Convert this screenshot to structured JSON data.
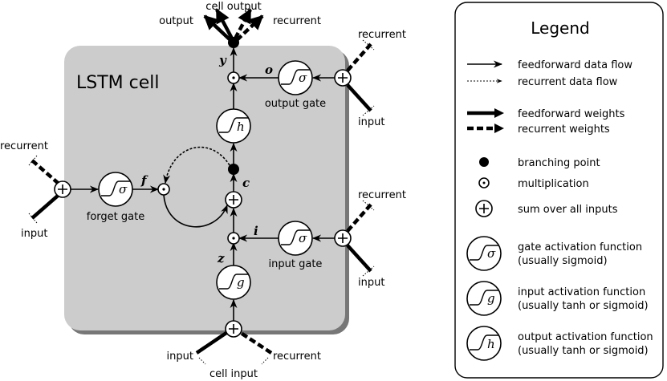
{
  "diagram": {
    "cell_title": "LSTM cell",
    "labels": {
      "cell_output": "cell output",
      "output": "output",
      "recurrent": "recurrent",
      "input": "input",
      "cell_input": "cell input",
      "output_gate": "output gate",
      "input_gate": "input gate",
      "forget_gate": "forget gate"
    },
    "vars": {
      "y": "y",
      "o": "o",
      "c": "c",
      "f": "f",
      "i": "i",
      "z": "z"
    },
    "functions": {
      "sigma": "σ",
      "h": "h",
      "g": "g"
    }
  },
  "legend": {
    "title": "Legend",
    "items": [
      {
        "label": "feedforward data flow"
      },
      {
        "label": "recurrent data flow"
      },
      {
        "label": "feedforward weights"
      },
      {
        "label": "recurrent weights"
      },
      {
        "label": "branching point"
      },
      {
        "label": "multiplication"
      },
      {
        "label": "sum over all inputs"
      },
      {
        "label": "gate activation function",
        "sub": "(usually sigmoid)"
      },
      {
        "label": "input activation function",
        "sub": "(usually tanh or sigmoid)"
      },
      {
        "label": "output activation function",
        "sub": "(usually tanh or sigmoid)"
      }
    ]
  }
}
